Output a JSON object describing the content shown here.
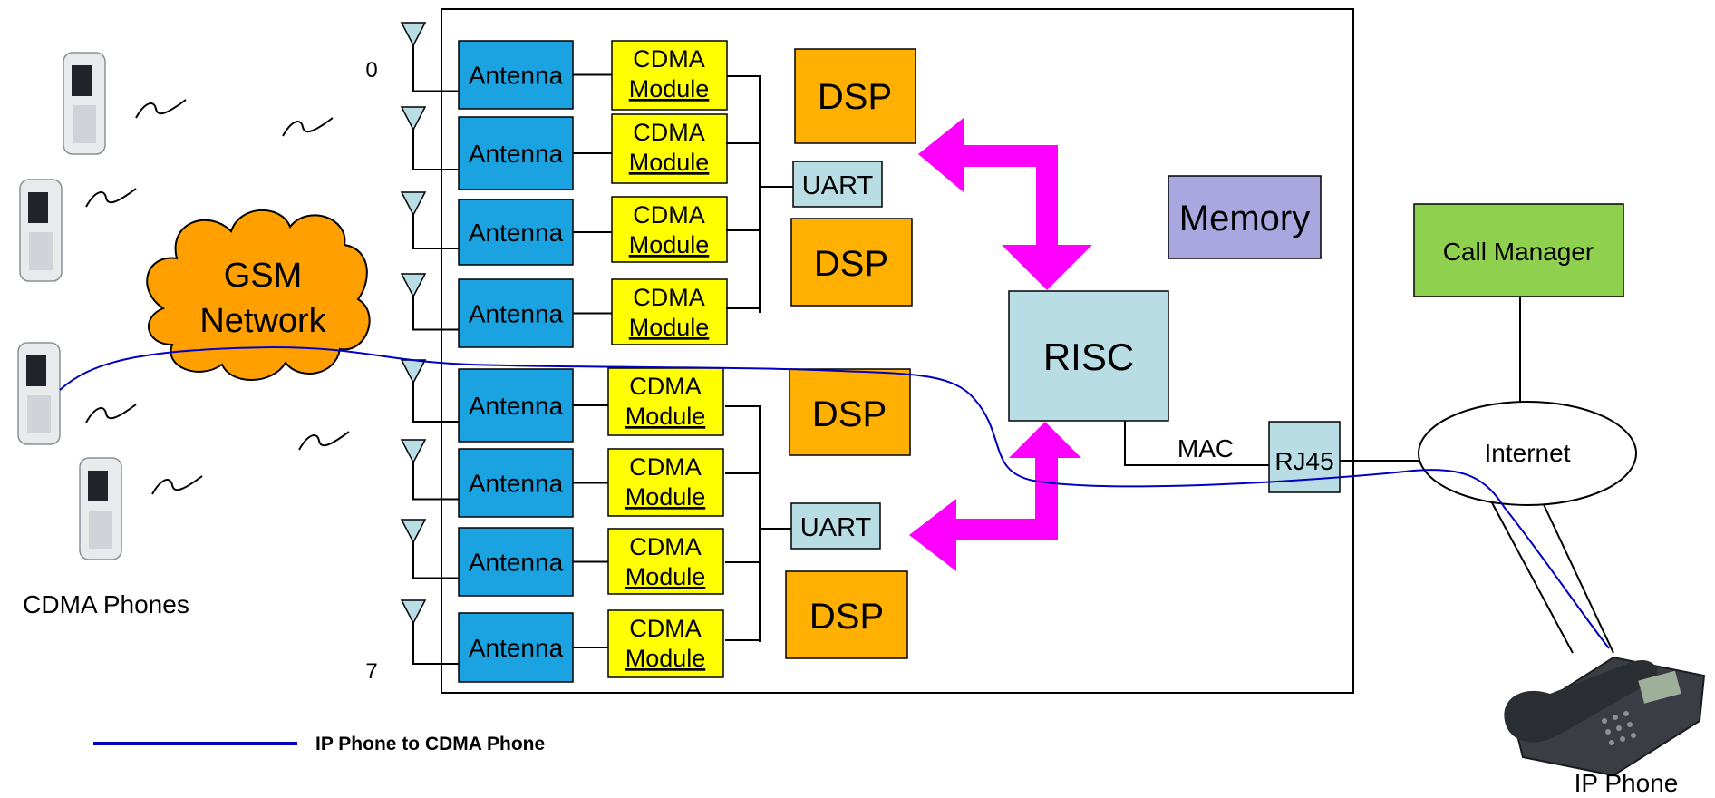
{
  "diagram": {
    "antenna_index_first": "0",
    "antenna_index_last": "7",
    "antennas": [
      "Antenna",
      "Antenna",
      "Antenna",
      "Antenna",
      "Antenna",
      "Antenna",
      "Antenna",
      "Antenna"
    ],
    "cdma_modules": [
      [
        "CDMA",
        "Module"
      ],
      [
        "CDMA",
        "Module"
      ],
      [
        "CDMA",
        "Module"
      ],
      [
        "CDMA",
        "Module"
      ],
      [
        "CDMA",
        "Module"
      ],
      [
        "CDMA",
        "Module"
      ],
      [
        "CDMA",
        "Module"
      ],
      [
        "CDMA",
        "Module"
      ]
    ],
    "uarts": [
      "UART",
      "UART"
    ],
    "dsps": [
      "DSP",
      "DSP",
      "DSP",
      "DSP"
    ],
    "memory": "Memory",
    "risc": "RISC",
    "mac": "MAC",
    "rj45": "RJ45",
    "call_manager": "Call Manager",
    "internet": "Internet",
    "gsm_cloud": [
      "GSM",
      "Network"
    ],
    "cdma_phones_label": "CDMA Phones",
    "ip_phone_label": "IP Phone",
    "legend_label": "IP Phone to CDMA Phone"
  },
  "colors": {
    "antenna": "#1aa3e0",
    "cdma_module": "#ffff00",
    "dsp": "#ffb000",
    "uart": "#b8dde4",
    "risc": "#b8dde4",
    "rj45": "#b8dde4",
    "memory": "#a9a6e0",
    "call_manager": "#8fd14f",
    "gsm_cloud": "#ffa000",
    "bus_arrow": "#ff00ff",
    "call_path": "#0000c0"
  }
}
